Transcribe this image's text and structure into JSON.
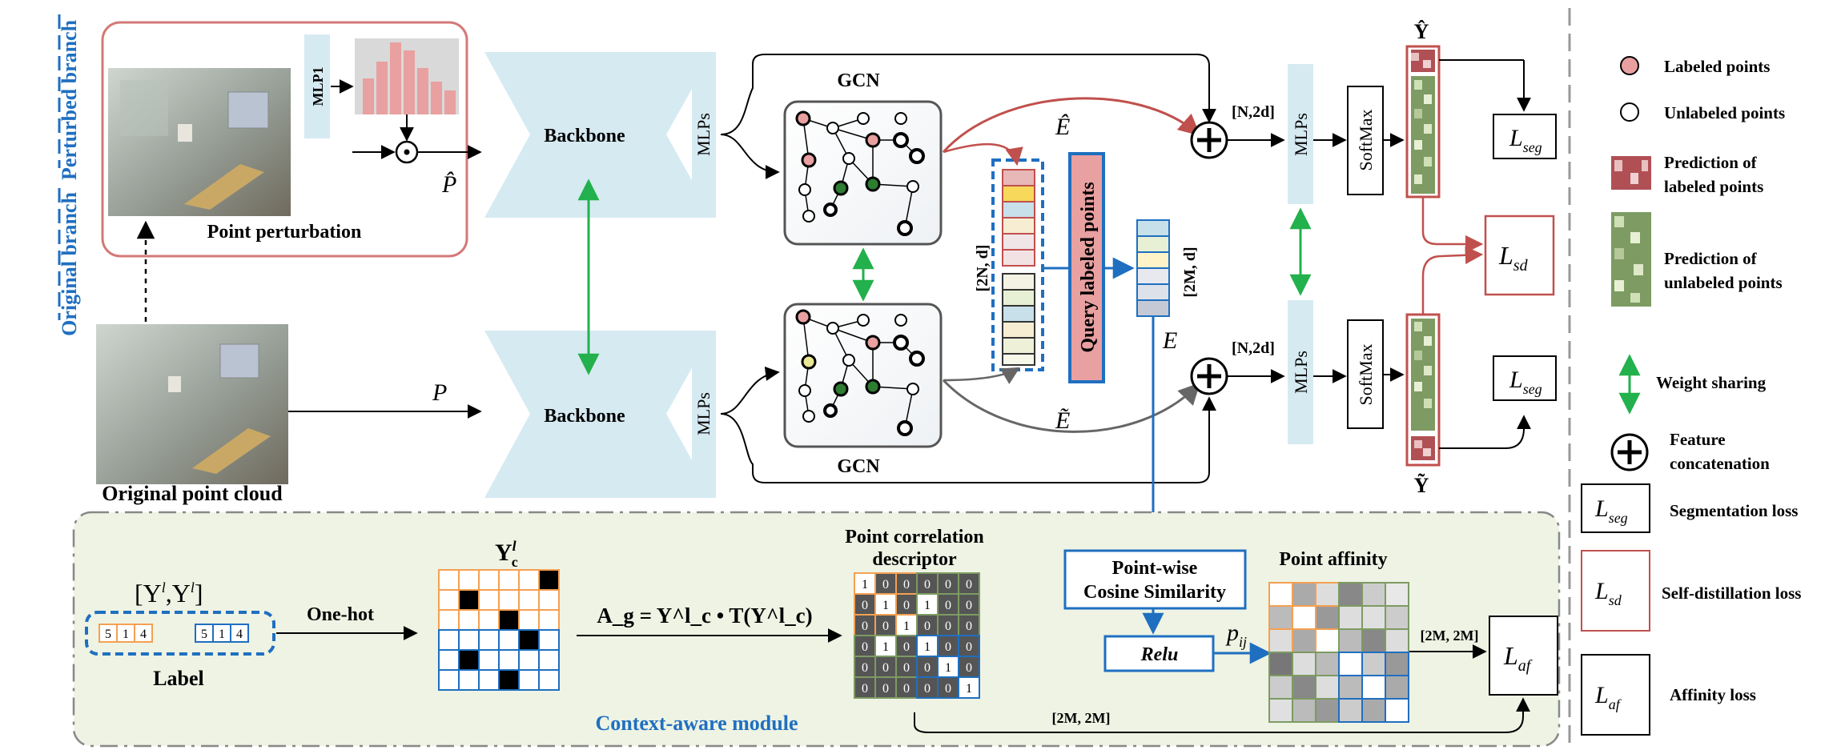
{
  "branches": {
    "perturbed": "Perturbed branch",
    "original": "Original branch"
  },
  "top": {
    "mlp1": "MLP1",
    "perturbation_caption": "Point perturbation",
    "p_hat": "P̂",
    "backbone": "Backbone",
    "mlps": "MLPs",
    "gcn": "GCN",
    "e_hat": "Ê",
    "dim": "[N,2d]",
    "softmax": "SoftMax",
    "y_hat": "Ŷ",
    "loss_seg_main": "L",
    "loss_seg_sub": "seg",
    "loss_sd_main": "L",
    "loss_sd_sub": "sd"
  },
  "middle": {
    "dim_2n": "[2N, d]",
    "query": "Query labeled points",
    "dim_2m": "[2M, d]",
    "e": "E"
  },
  "bottom_branch": {
    "caption": "Original point cloud",
    "p": "P",
    "backbone": "Backbone",
    "mlps": "MLPs",
    "gcn": "GCN",
    "e_tilde": "Ẽ",
    "dim": "[N,2d]",
    "softmax": "SoftMax",
    "y_tilde": "Ỹ",
    "loss_seg_main": "L",
    "loss_seg_sub": "seg"
  },
  "module": {
    "label_title": "[Y",
    "label_sup": "l",
    "label_title_mid": ",Y",
    "label_title_end": "]",
    "label_vals_a": [
      "5",
      "1",
      "4"
    ],
    "label_vals_b": [
      "5",
      "1",
      "4"
    ],
    "label_caption": "Label",
    "onehot": "One-hot",
    "yc_main": "Y",
    "yc_sup": "l",
    "yc_sub": "c",
    "formula": "A_g = Y^l_c • T(Y^l_c)",
    "descriptor_line1": "Point correlation",
    "descriptor_line2": "descriptor",
    "matrix": [
      [
        "1",
        "0",
        "0",
        "0",
        "0",
        "0"
      ],
      [
        "0",
        "1",
        "0",
        "1",
        "0",
        "0"
      ],
      [
        "0",
        "0",
        "1",
        "0",
        "0",
        "0"
      ],
      [
        "0",
        "1",
        "0",
        "1",
        "0",
        "0"
      ],
      [
        "0",
        "0",
        "0",
        "0",
        "1",
        "0"
      ],
      [
        "0",
        "0",
        "0",
        "0",
        "0",
        "1"
      ]
    ],
    "cos_line1": "Point-wise",
    "cos_line2": "Cosine Similarity",
    "relu": "Relu",
    "pij": "p",
    "pij_sub": "ij",
    "affinity": "Point affinity",
    "dim_2m": "[2M, 2M]",
    "dim_2m_bottom": "[2M, 2M]",
    "loss_af_main": "L",
    "loss_af_sub": "af",
    "module_name": "Context-aware module"
  },
  "legend": {
    "labeled": "Labeled points",
    "unlabeled": "Unlabeled points",
    "pred_labeled_1": "Prediction of",
    "pred_labeled_2": "labeled points",
    "pred_unlabeled_1": "Prediction of",
    "pred_unlabeled_2": "unlabeled points",
    "weight_sharing": "Weight sharing",
    "feature_1": "Feature",
    "feature_2": "concatenation",
    "seg_loss": "Segmentation loss",
    "sd_loss": "Self-distillation loss",
    "af_loss": "Affinity loss",
    "seg_main": "L",
    "seg_sub": "seg",
    "sd_main": "L",
    "sd_sub": "sd",
    "af_main": "L",
    "af_sub": "af"
  },
  "colors": {
    "blue": "#1f6fc0",
    "backbone": "#d6eaf2",
    "pink": "#e8a0a0",
    "red": "#c0504d",
    "green": "#22b14c",
    "orange": "#f4a052",
    "module_bg": "#eef3e4"
  }
}
